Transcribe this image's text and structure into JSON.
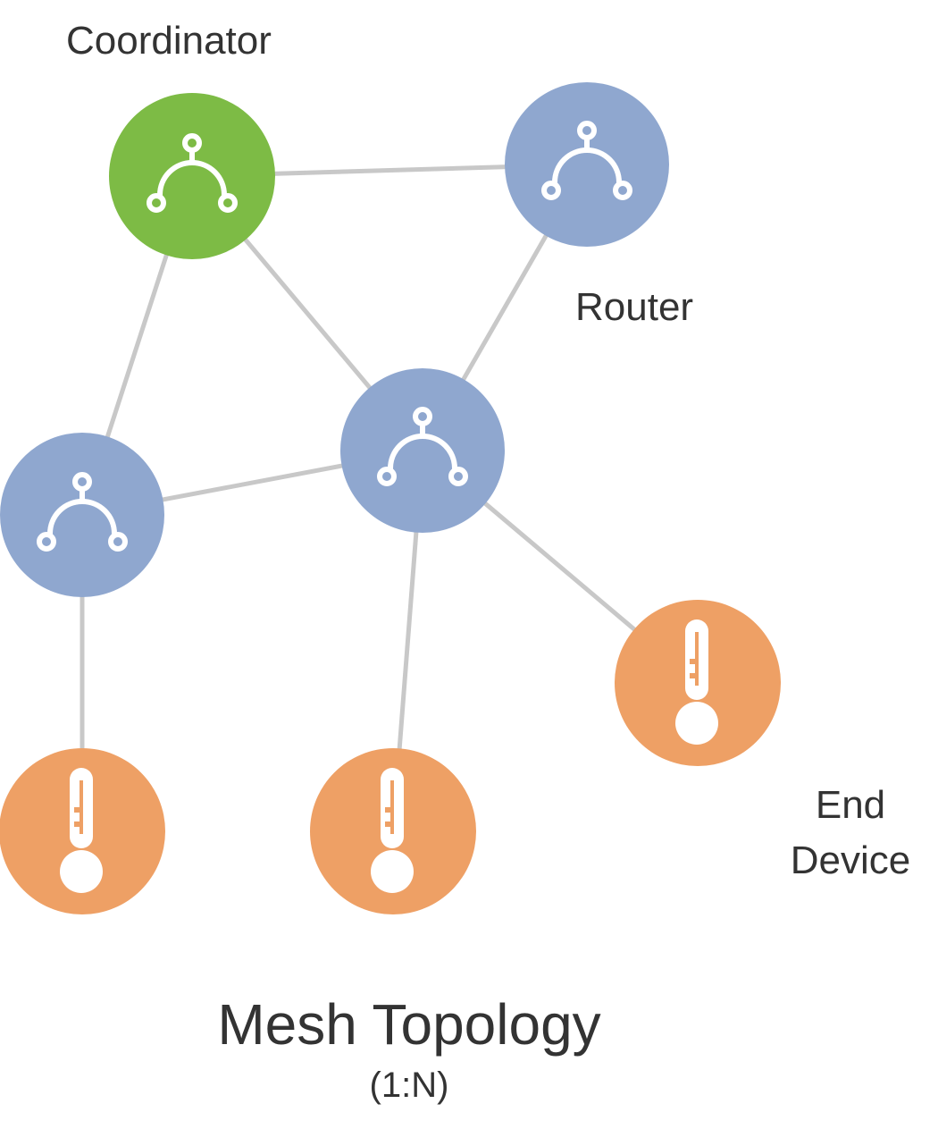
{
  "labels": {
    "coordinator": "Coordinator",
    "router": "Router",
    "end_device_line1": "End",
    "end_device_line2": "Device"
  },
  "title": "Mesh Topology",
  "subtitle": "(1:N)",
  "colors": {
    "coordinator": "#7dbb45",
    "router": "#8fa7cf",
    "end_device": "#eea065",
    "link": "#c8c8c8",
    "icon": "#ffffff",
    "text": "#333333"
  },
  "icons": {
    "coordinator": "network-branch-icon",
    "router": "network-branch-icon",
    "end_device": "thermometer-icon"
  }
}
